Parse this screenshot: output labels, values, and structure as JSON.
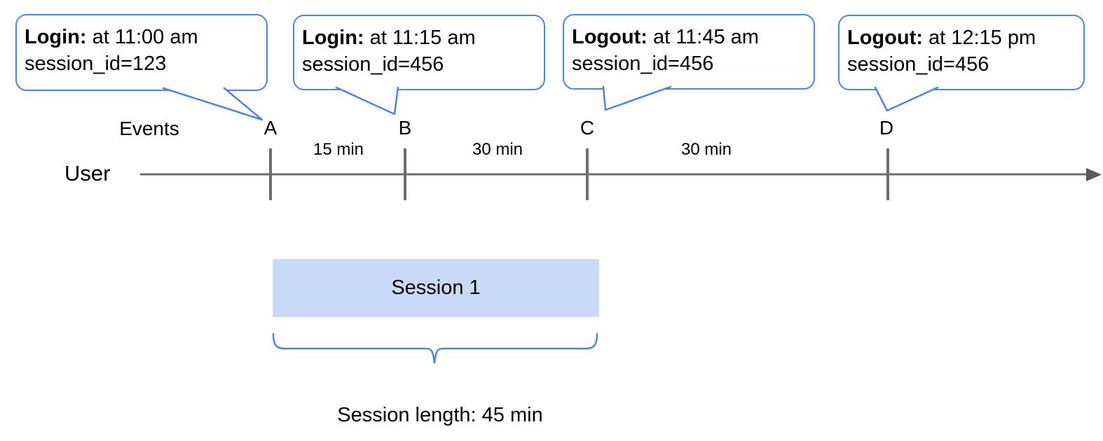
{
  "colors": {
    "accent_blue": "#4a86e8",
    "session_fill": "#c9daf8",
    "timeline_gray": "#6e6e6e",
    "arrowhead_gray": "#595959",
    "text_color": "#000000"
  },
  "bubbles": [
    {
      "label": "Login:",
      "text": " at 11:00 am",
      "session": "session_id=123"
    },
    {
      "label": "Login:",
      "text": " at 11:15 am",
      "session": "session_id=456"
    },
    {
      "label": "Logout:",
      "text": " at 11:45 am",
      "session": "session_id=456"
    },
    {
      "label": "Logout:",
      "text": " at 12:15 pm",
      "session": "session_id=456"
    }
  ],
  "timeline": {
    "events_label": "Events",
    "user_label": "User",
    "ticks": [
      {
        "label": "A"
      },
      {
        "label": "B"
      },
      {
        "label": "C"
      },
      {
        "label": "D"
      }
    ],
    "intervals": [
      {
        "label": "15 min"
      },
      {
        "label": "30 min"
      },
      {
        "label": "30 min"
      }
    ]
  },
  "session": {
    "label": "Session 1",
    "length_label": "Session length: 45 min"
  }
}
